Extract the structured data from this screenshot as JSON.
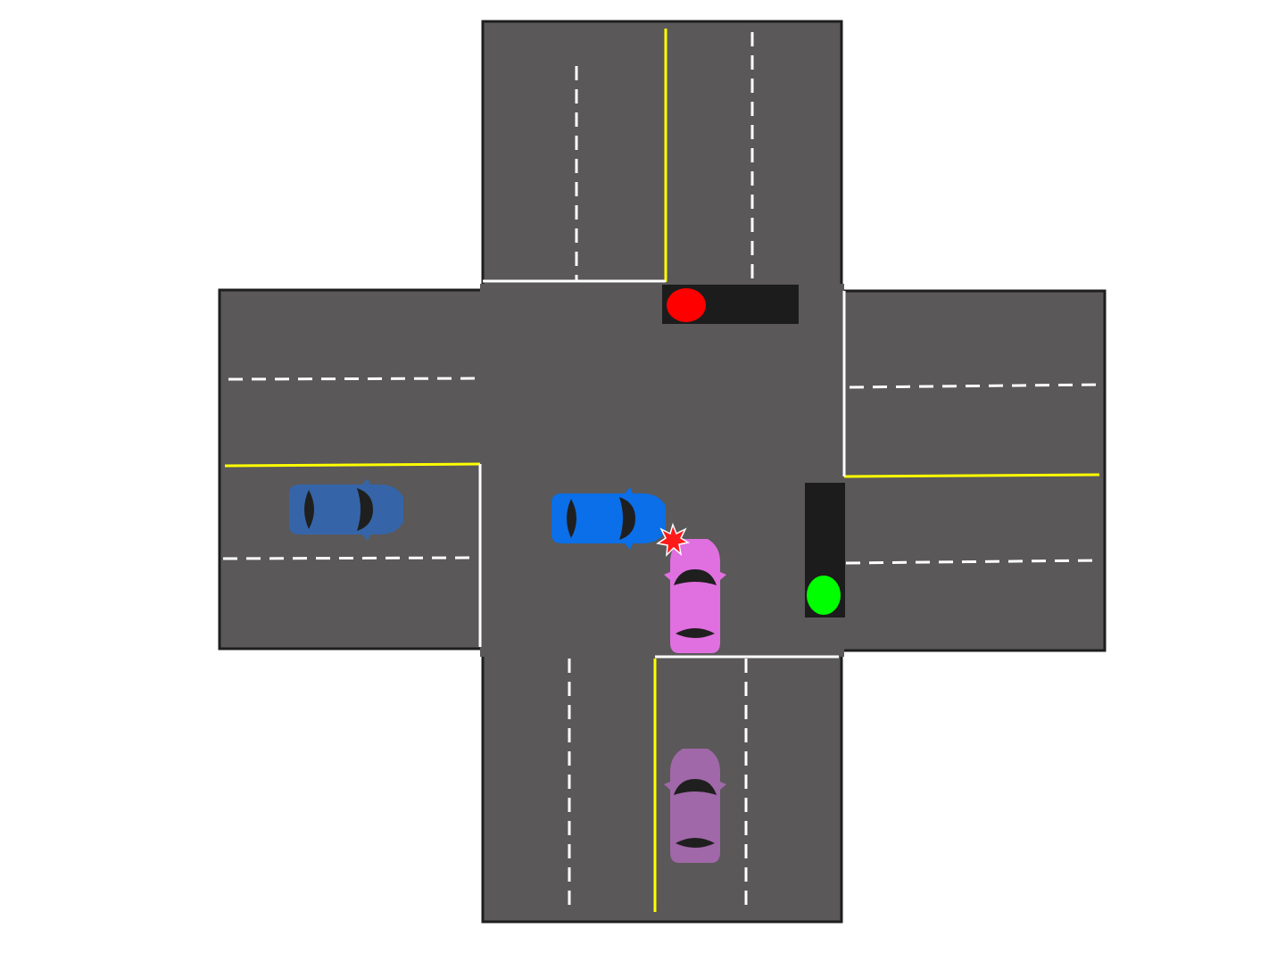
{
  "colors": {
    "background": "#ffffff",
    "road": "#5a5859",
    "road_border": "#1e1e1e",
    "lane_dash": "#ffffff",
    "center_line": "#ffff00",
    "stop_line": "#ffffff",
    "signal_housing": "#1c1c1c",
    "signal_red": "#ff0000",
    "signal_green": "#00ff00",
    "collision_star": "#ff1a1a"
  },
  "signals": [
    {
      "id": "north",
      "state": "red",
      "orientation": "horizontal"
    },
    {
      "id": "east",
      "state": "green",
      "orientation": "vertical"
    }
  ],
  "vehicles": [
    {
      "id": "blue-car-ghost",
      "color": "#3565a8",
      "heading": "east",
      "state": "previous-position"
    },
    {
      "id": "blue-car",
      "color": "#0a6fe8",
      "heading": "east",
      "state": "collision"
    },
    {
      "id": "pink-car",
      "color": "#e070e0",
      "heading": "north",
      "state": "collision"
    },
    {
      "id": "pink-car-ghost",
      "color": "#a068a8",
      "heading": "north",
      "state": "previous-position"
    }
  ],
  "collision": {
    "between": [
      "blue-car",
      "pink-car"
    ],
    "icon": "collision-star-icon"
  }
}
